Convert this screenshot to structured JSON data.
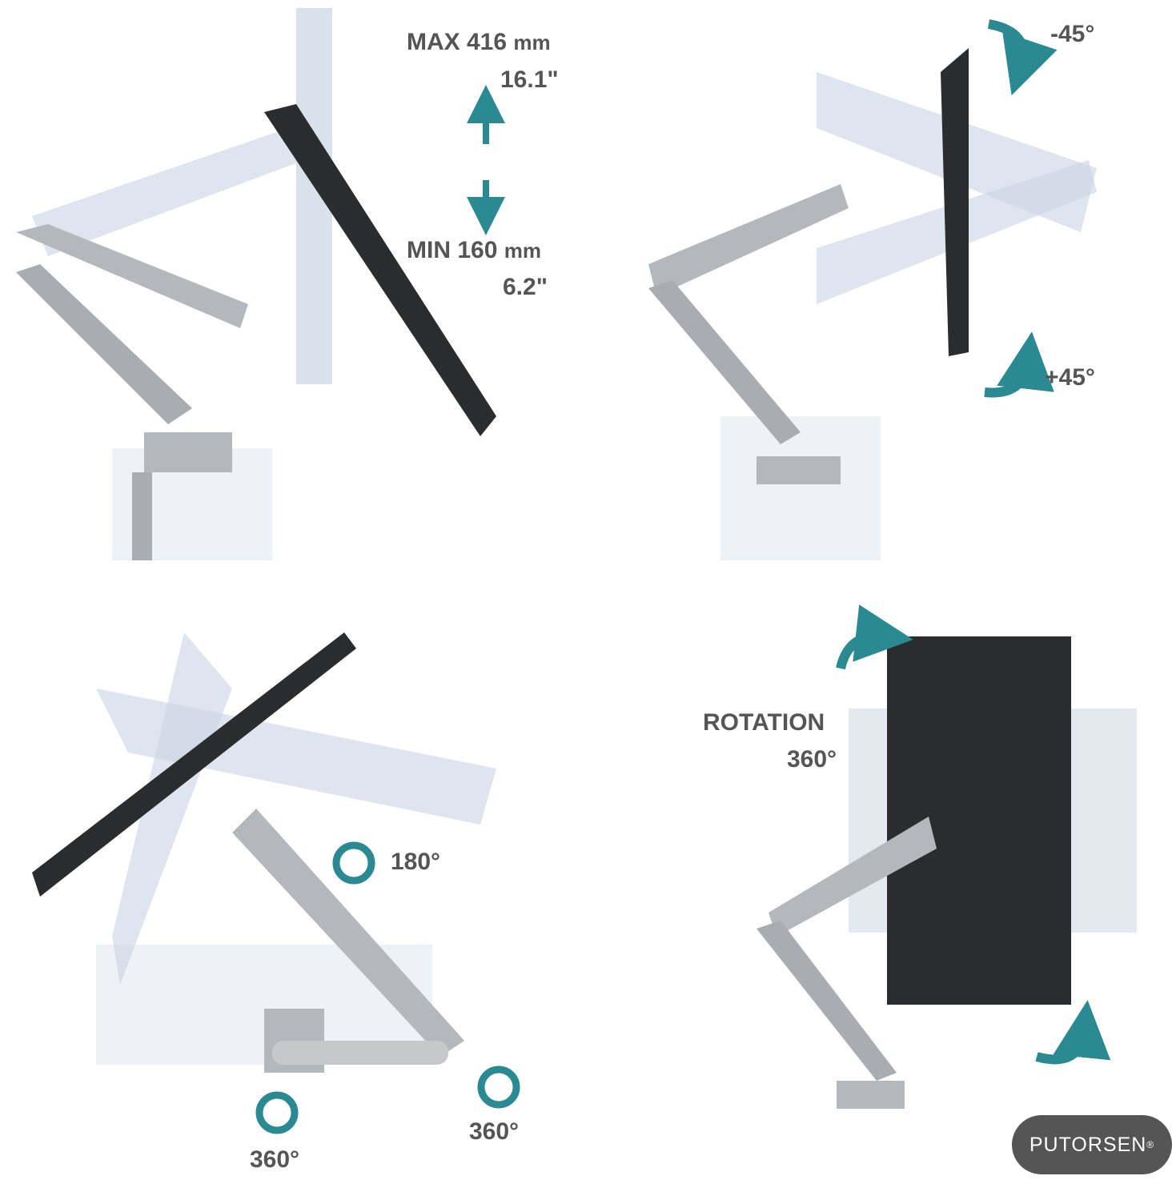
{
  "colors": {
    "accent": "#2b8a91",
    "arm": "#b4b7bb",
    "monitor": "#2a2c2e",
    "ghost": "#c9d4e3",
    "label": "#555555",
    "logo_bg": "#555555"
  },
  "panels": {
    "height": {
      "max_label": "MAX 416",
      "max_unit": "mm",
      "max_inch": "16.1\"",
      "min_label": "MIN 160",
      "min_unit": "mm",
      "min_inch": "6.2\""
    },
    "tilt": {
      "up": "-45°",
      "down": "+45°"
    },
    "swivel": {
      "head": "180°",
      "elbow": "360°",
      "base": "360°"
    },
    "rotation": {
      "title": "ROTATION",
      "degrees": "360°"
    }
  },
  "brand": {
    "name": "PUTORSEN",
    "mark": "®"
  }
}
